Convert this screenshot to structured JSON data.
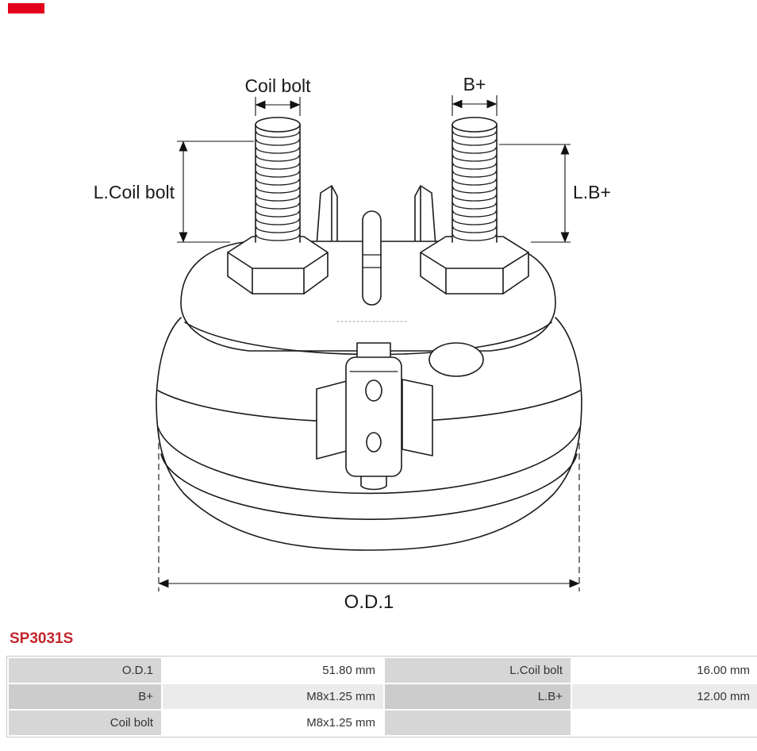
{
  "brand": {
    "badge_color": "#e2001a"
  },
  "part": {
    "number": "SP3031S",
    "number_color": "#c2262c"
  },
  "diagram": {
    "labels": {
      "coil_bolt": "Coil bolt",
      "b_plus": "B+",
      "l_coil_bolt": "L.Coil bolt",
      "l_b_plus": "L.B+",
      "od1": "O.D.1"
    }
  },
  "specs": {
    "rows": [
      {
        "label1": "O.D.1",
        "value1": "51.80 mm",
        "label2": "L.Coil bolt",
        "value2": "16.00 mm"
      },
      {
        "label1": "B+",
        "value1": "M8x1.25 mm",
        "label2": "L.B+",
        "value2": "12.00 mm"
      },
      {
        "label1": "Coil bolt",
        "value1": "M8x1.25 mm",
        "label2": "",
        "value2": ""
      }
    ]
  }
}
